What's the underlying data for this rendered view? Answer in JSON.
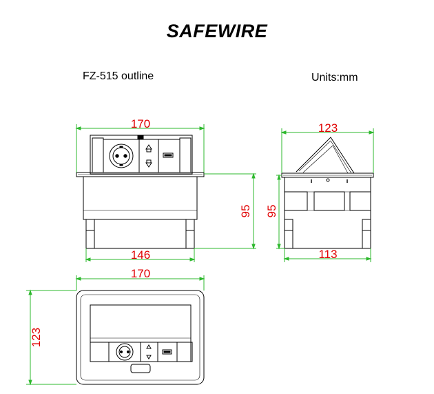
{
  "header": {
    "brand": "SAFEWIRE",
    "model_outline": "FZ-515 outline",
    "units": "Units:mm"
  },
  "dimensions": {
    "front_width": "170",
    "front_height": "95",
    "front_bottom_width": "146",
    "side_width": "123",
    "side_height": "95",
    "side_bottom_width": "113",
    "top_width": "170",
    "top_depth": "123"
  },
  "colors": {
    "line": "#000000",
    "dimension_line": "#2db82d",
    "dimension_text": "#e00000",
    "panel_fill": "#f4f4f4"
  },
  "icons": {
    "schuko_socket": "schuko-socket-icon",
    "universal_socket": "universal-socket-icon",
    "usb_port": "usb-port-icon"
  }
}
